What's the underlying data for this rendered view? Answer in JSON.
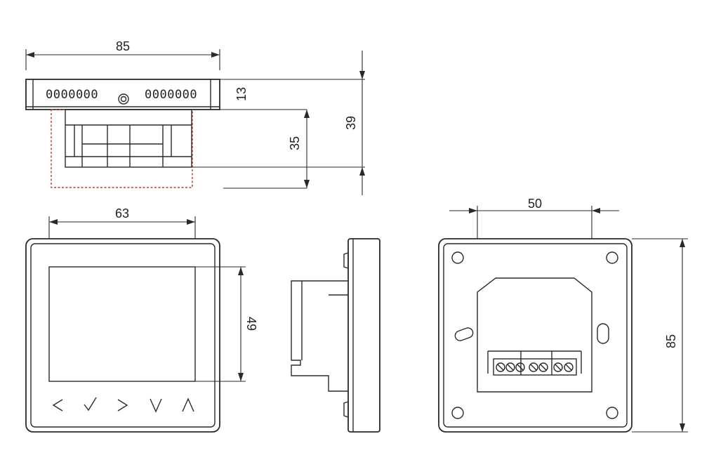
{
  "dimensions": {
    "top_width": "85",
    "top_thickness": "13",
    "top_depth": "35",
    "top_total_depth": "39",
    "screen_width": "63",
    "screen_height": "49",
    "mount_spacing": "50",
    "back_height": "85"
  },
  "top_panel_text": {
    "left": "0000000",
    "right": "0000000"
  },
  "front_buttons": [
    "<",
    "✓",
    ">",
    "V",
    "Λ"
  ]
}
